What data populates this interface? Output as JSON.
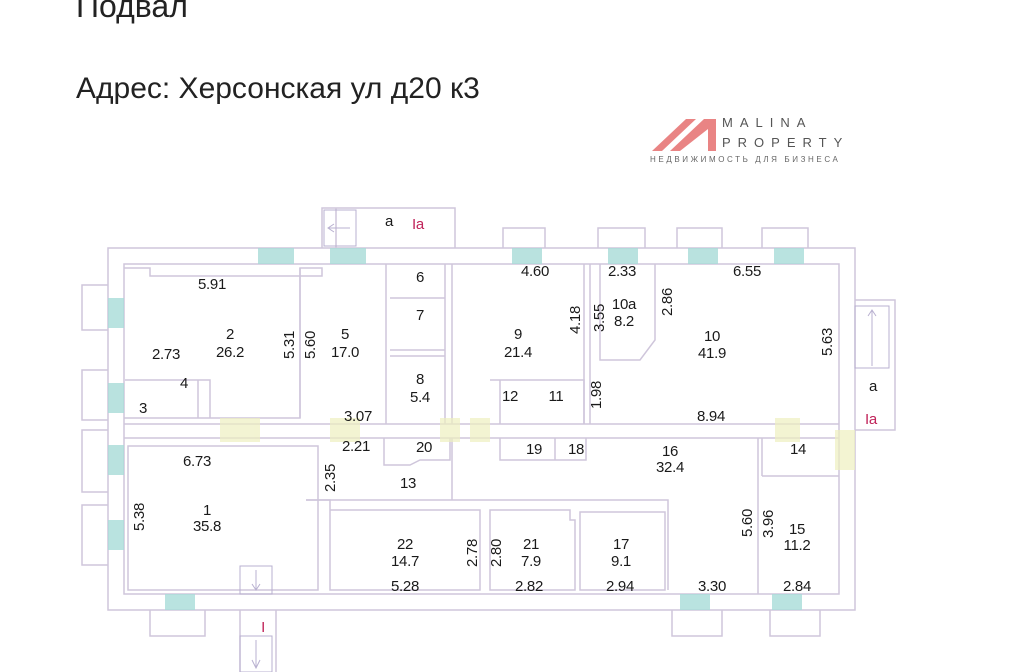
{
  "header": {
    "floor": "Подвал",
    "address": "Адрес: Херсонская ул д20 к3"
  },
  "watermark": {
    "brand_line1": "MALINA",
    "brand_line2": "PROPERTY",
    "tagline": "НЕДВИЖИМОСТЬ ДЛЯ БИЗНЕСА",
    "color": "#e05050"
  },
  "colors": {
    "wall": "#cfc6db",
    "window": "#a8dcd8",
    "door": "#e8ecb0",
    "accent_label": "#c0245a"
  },
  "plan": {
    "labels": [
      {
        "text": "a"
      },
      {
        "text": "Ia"
      },
      {
        "text": "6"
      },
      {
        "text": "4.60"
      },
      {
        "text": "2.33"
      },
      {
        "text": "6.55"
      },
      {
        "text": "5.91"
      },
      {
        "text": "7"
      },
      {
        "text": "2"
      },
      {
        "text": "26.2"
      },
      {
        "text": "5.31"
      },
      {
        "text": "5.60"
      },
      {
        "text": "5"
      },
      {
        "text": "17.0"
      },
      {
        "text": "9"
      },
      {
        "text": "21.4"
      },
      {
        "text": "4.18"
      },
      {
        "text": "3.55"
      },
      {
        "text": "10a"
      },
      {
        "text": "8.2"
      },
      {
        "text": "2.86"
      },
      {
        "text": "10"
      },
      {
        "text": "41.9"
      },
      {
        "text": "5.63"
      },
      {
        "text": "2.73"
      },
      {
        "text": "4"
      },
      {
        "text": "3"
      },
      {
        "text": "8"
      },
      {
        "text": "5.4"
      },
      {
        "text": "12"
      },
      {
        "text": "11"
      },
      {
        "text": "1.98"
      },
      {
        "text": "a"
      },
      {
        "text": "Ia"
      },
      {
        "text": "3.07"
      },
      {
        "text": "8.94"
      },
      {
        "text": "2.21"
      },
      {
        "text": "20"
      },
      {
        "text": "19"
      },
      {
        "text": "18"
      },
      {
        "text": "14"
      },
      {
        "text": "16"
      },
      {
        "text": "32.4"
      },
      {
        "text": "6.73"
      },
      {
        "text": "2.35"
      },
      {
        "text": "13"
      },
      {
        "text": "1"
      },
      {
        "text": "35.8"
      },
      {
        "text": "5.38"
      },
      {
        "text": "5.60"
      },
      {
        "text": "3.96"
      },
      {
        "text": "15"
      },
      {
        "text": "11.2"
      },
      {
        "text": "22"
      },
      {
        "text": "14.7"
      },
      {
        "text": "2.78"
      },
      {
        "text": "2.80"
      },
      {
        "text": "21"
      },
      {
        "text": "7.9"
      },
      {
        "text": "17"
      },
      {
        "text": "9.1"
      },
      {
        "text": "5.28"
      },
      {
        "text": "2.82"
      },
      {
        "text": "2.94"
      },
      {
        "text": "3.30"
      },
      {
        "text": "2.84"
      },
      {
        "text": "I"
      }
    ]
  }
}
